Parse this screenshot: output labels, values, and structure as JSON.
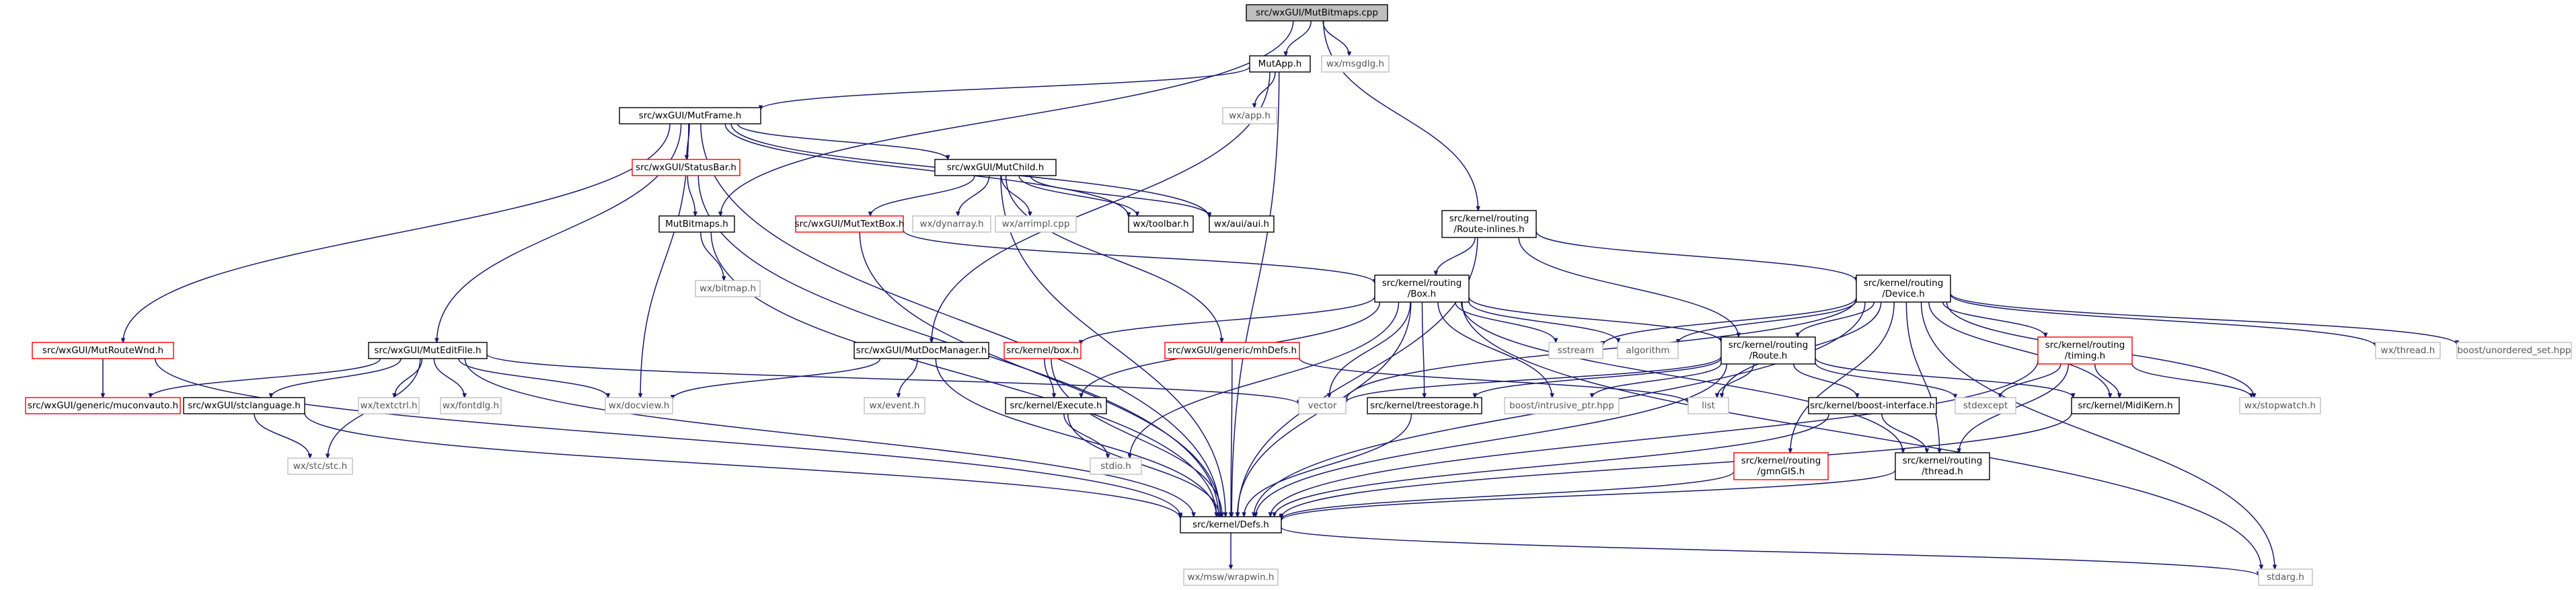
{
  "colors": {
    "edge": "#191970",
    "node_border": "#000000",
    "node_border_red": "#ff0000",
    "node_border_missing": "#bfbfbf",
    "root_fill": "#bfbfbf",
    "text": "#000000",
    "text_missing": "#555555",
    "background": "#ffffff"
  },
  "nodes": {
    "root": "src/wxGUI/MutBitmaps.cpp",
    "mutapp": "MutApp.h",
    "msgdlg": "wx/msgdlg.h",
    "app": "wx/app.h",
    "mutframe": "src/wxGUI/MutFrame.h",
    "statusbar": "src/wxGUI/StatusBar.h",
    "mutchild": "src/wxGUI/MutChild.h",
    "mutbitmaps": "MutBitmaps.h",
    "bitmap": "wx/bitmap.h",
    "dynarray": "wx/dynarray.h",
    "arrimpl": "wx/arrimpl.cpp",
    "toolbar": "wx/toolbar.h",
    "aui": "wx/aui/aui.h",
    "mutextbox": "src/wxGUI/MutTextBox.h",
    "route_inlines": "src/kernel/routing\n/Route-inlines.h",
    "box": "src/kernel/routing\n/Box.h",
    "device": "src/kernel/routing\n/Device.h",
    "mutroutewnd": "src/wxGUI/MutRouteWnd.h",
    "muteditfile": "src/wxGUI/MutEditFile.h",
    "mutdocmanager": "src/wxGUI/MutDocManager.h",
    "kbox": "src/kernel/box.h",
    "mhdefs": "src/wxGUI/generic/mhDefs.h",
    "sstream": "sstream",
    "algorithm": "algorithm",
    "route": "src/kernel/routing\n/Route.h",
    "timing": "src/kernel/routing\n/timing.h",
    "thread": "wx/thread.h",
    "unordered": "boost/unordered_set.hpp",
    "muconvauto": "src/wxGUI/generic/muconvauto.h",
    "textctrl": "wx/textctrl.h",
    "fontdlg": "wx/fontdlg.h",
    "stclanguage": "src/wxGUI/stclanguage.h",
    "docview": "wx/docview.h",
    "event": "wx/event.h",
    "execute": "src/kernel/Execute.h",
    "vector": "vector",
    "treestorage": "src/kernel/treestorage.h",
    "intrusive": "boost/intrusive_ptr.hpp",
    "list": "list",
    "boostif": "src/kernel/boost-interface.h",
    "stdexcept": "stdexcept",
    "midikern": "src/kernel/MidiKern.h",
    "stopwatch": "wx/stopwatch.h",
    "stc": "wx/stc/stc.h",
    "stdio": "stdio.h",
    "gmnGIS": "src/kernel/routing\n/gmnGIS.h",
    "kthread": "src/kernel/routing\n/thread.h",
    "defs": "src/kernel/Defs.h",
    "wrapwin": "wx/msw/wrapwin.h",
    "stdarg": "stdarg.h"
  }
}
